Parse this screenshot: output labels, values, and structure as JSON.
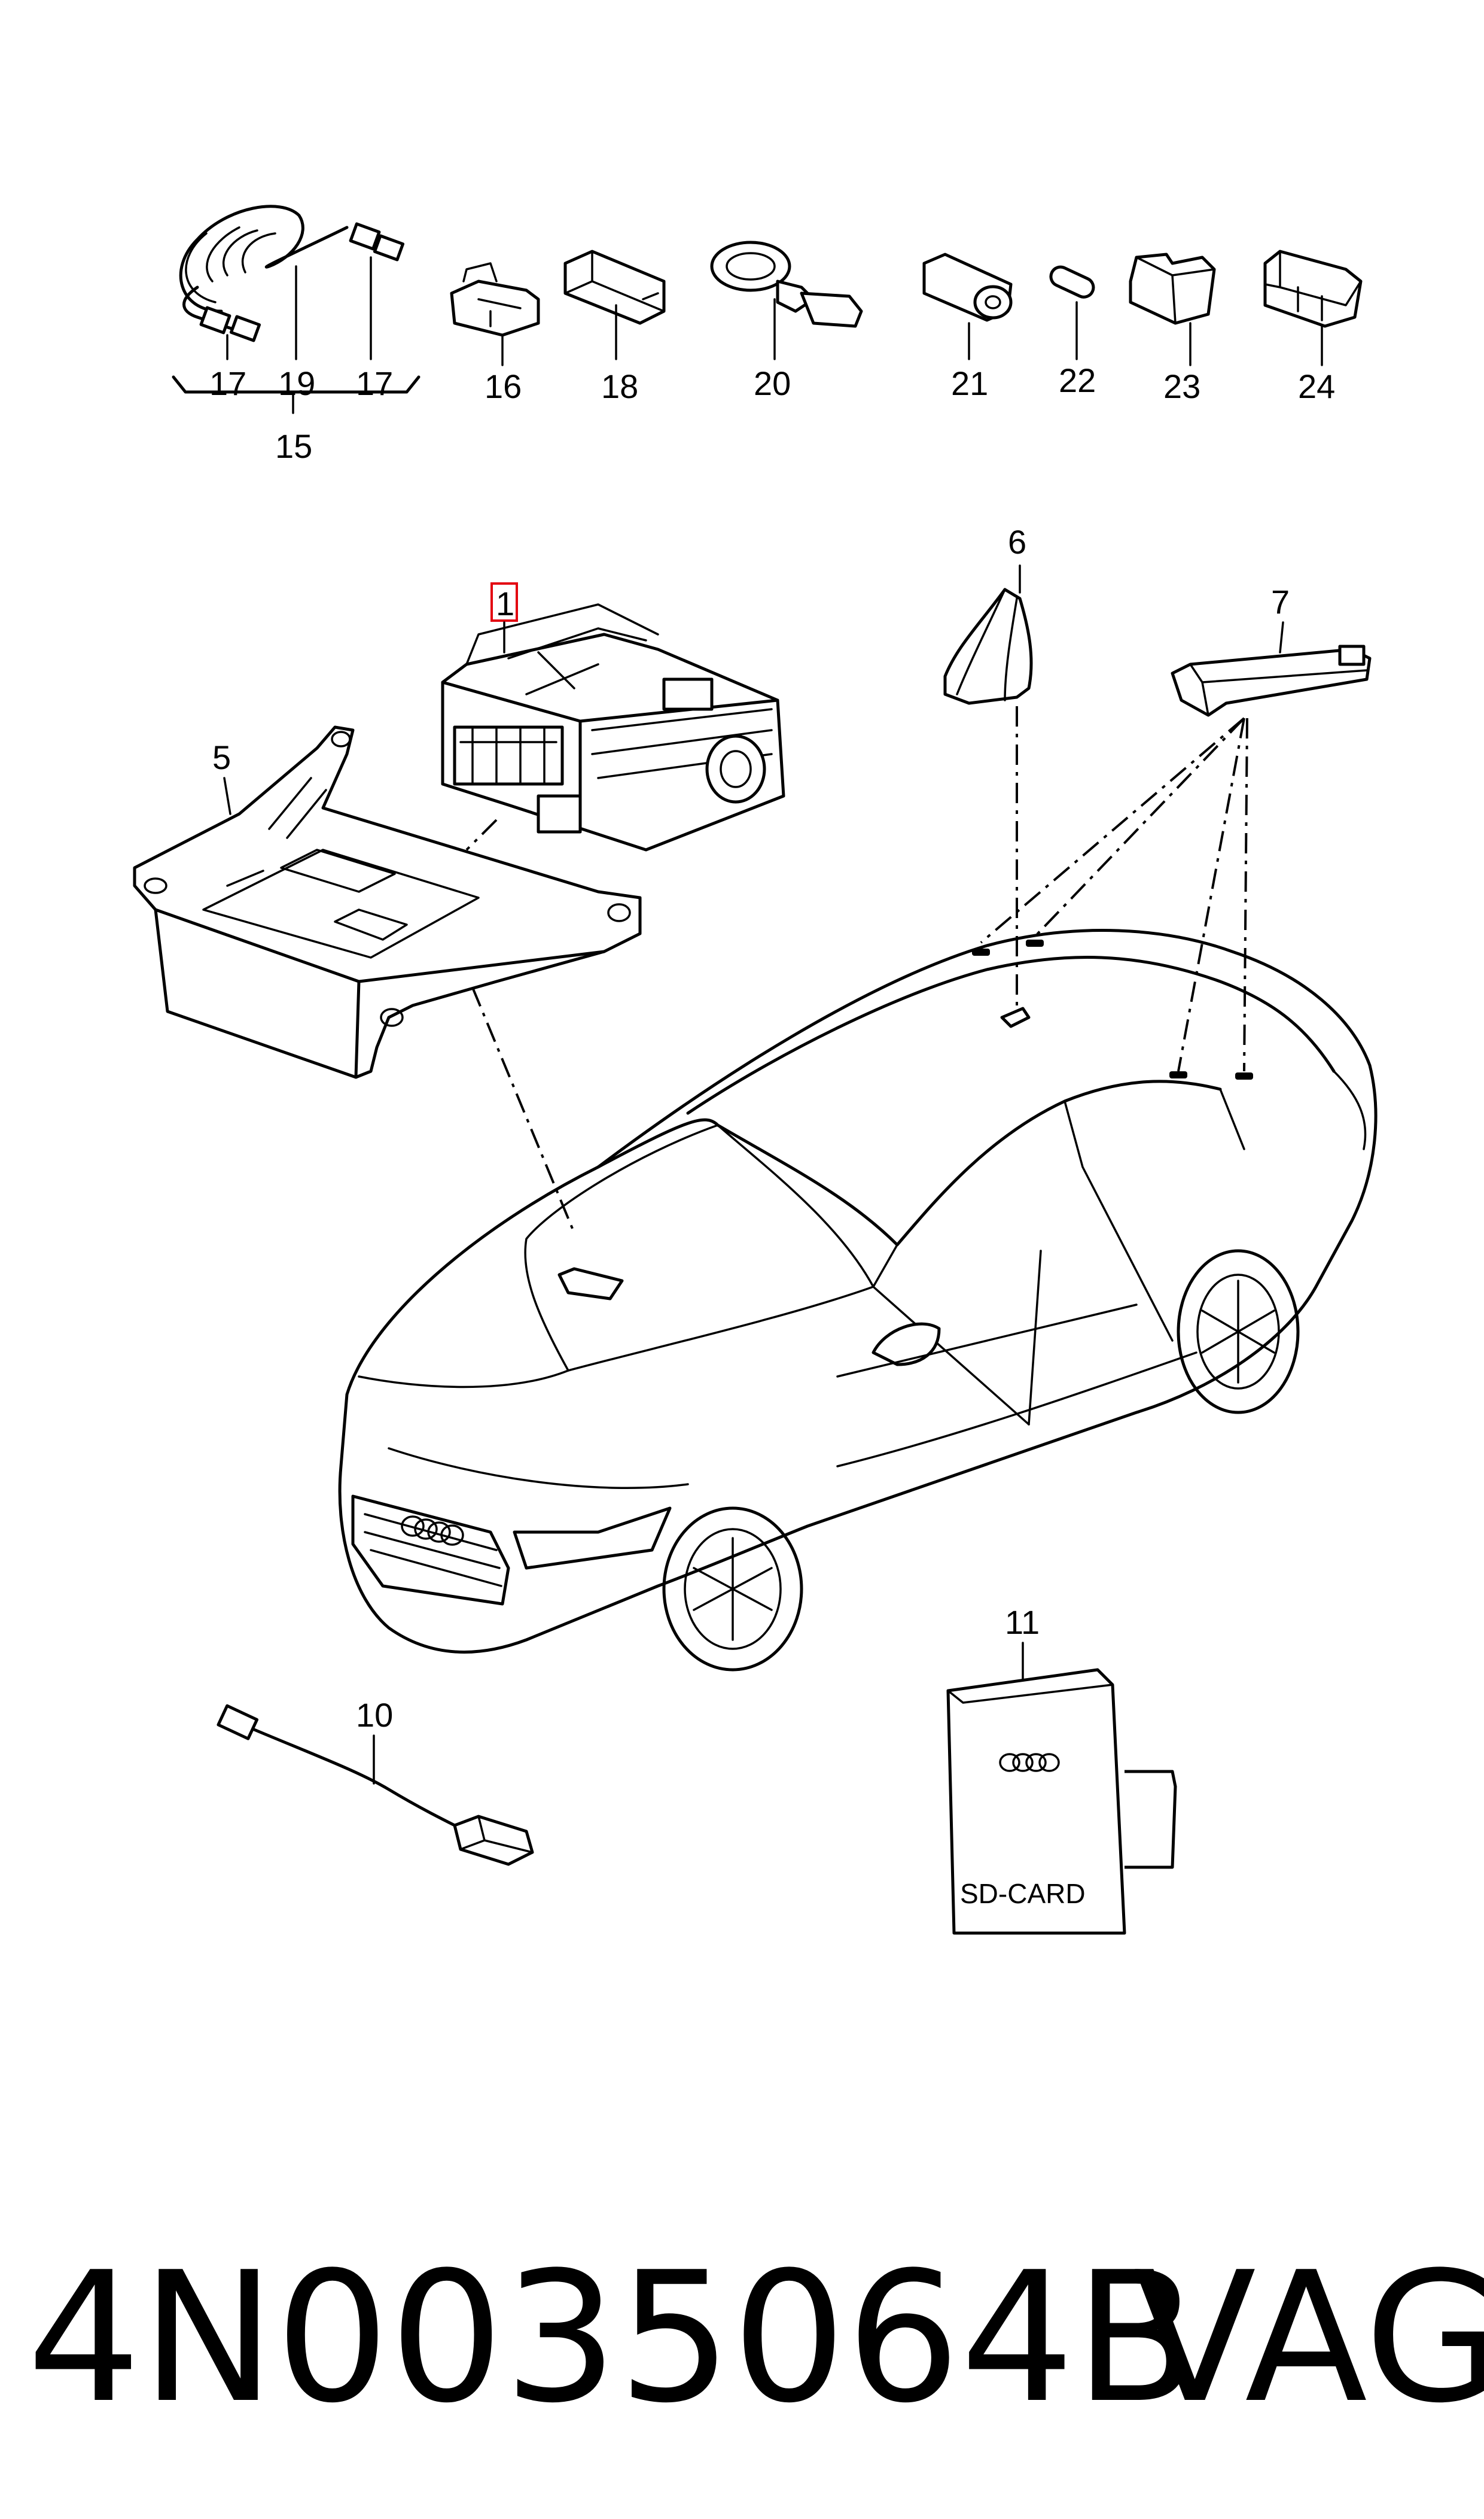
{
  "diagram": {
    "highlight_color": "#e3000f",
    "callouts": {
      "c1": "1",
      "c5": "5",
      "c6": "6",
      "c7": "7",
      "c10": "10",
      "c11": "11",
      "c15": "15",
      "c16": "16",
      "c17a": "17",
      "c17b": "17",
      "c18": "18",
      "c19": "19",
      "c20": "20",
      "c21": "21",
      "c22": "22",
      "c23": "23",
      "c24": "24"
    },
    "sd_card_label": "SD-CARD",
    "icons": [
      "cable-icon",
      "connector-icon",
      "antenna-icon",
      "car-icon",
      "sd-card-icon",
      "audi-rings-icon",
      "module-icon",
      "bracket-icon"
    ]
  },
  "footer": {
    "part_number": "4N0035064B",
    "brand": "VAG"
  }
}
